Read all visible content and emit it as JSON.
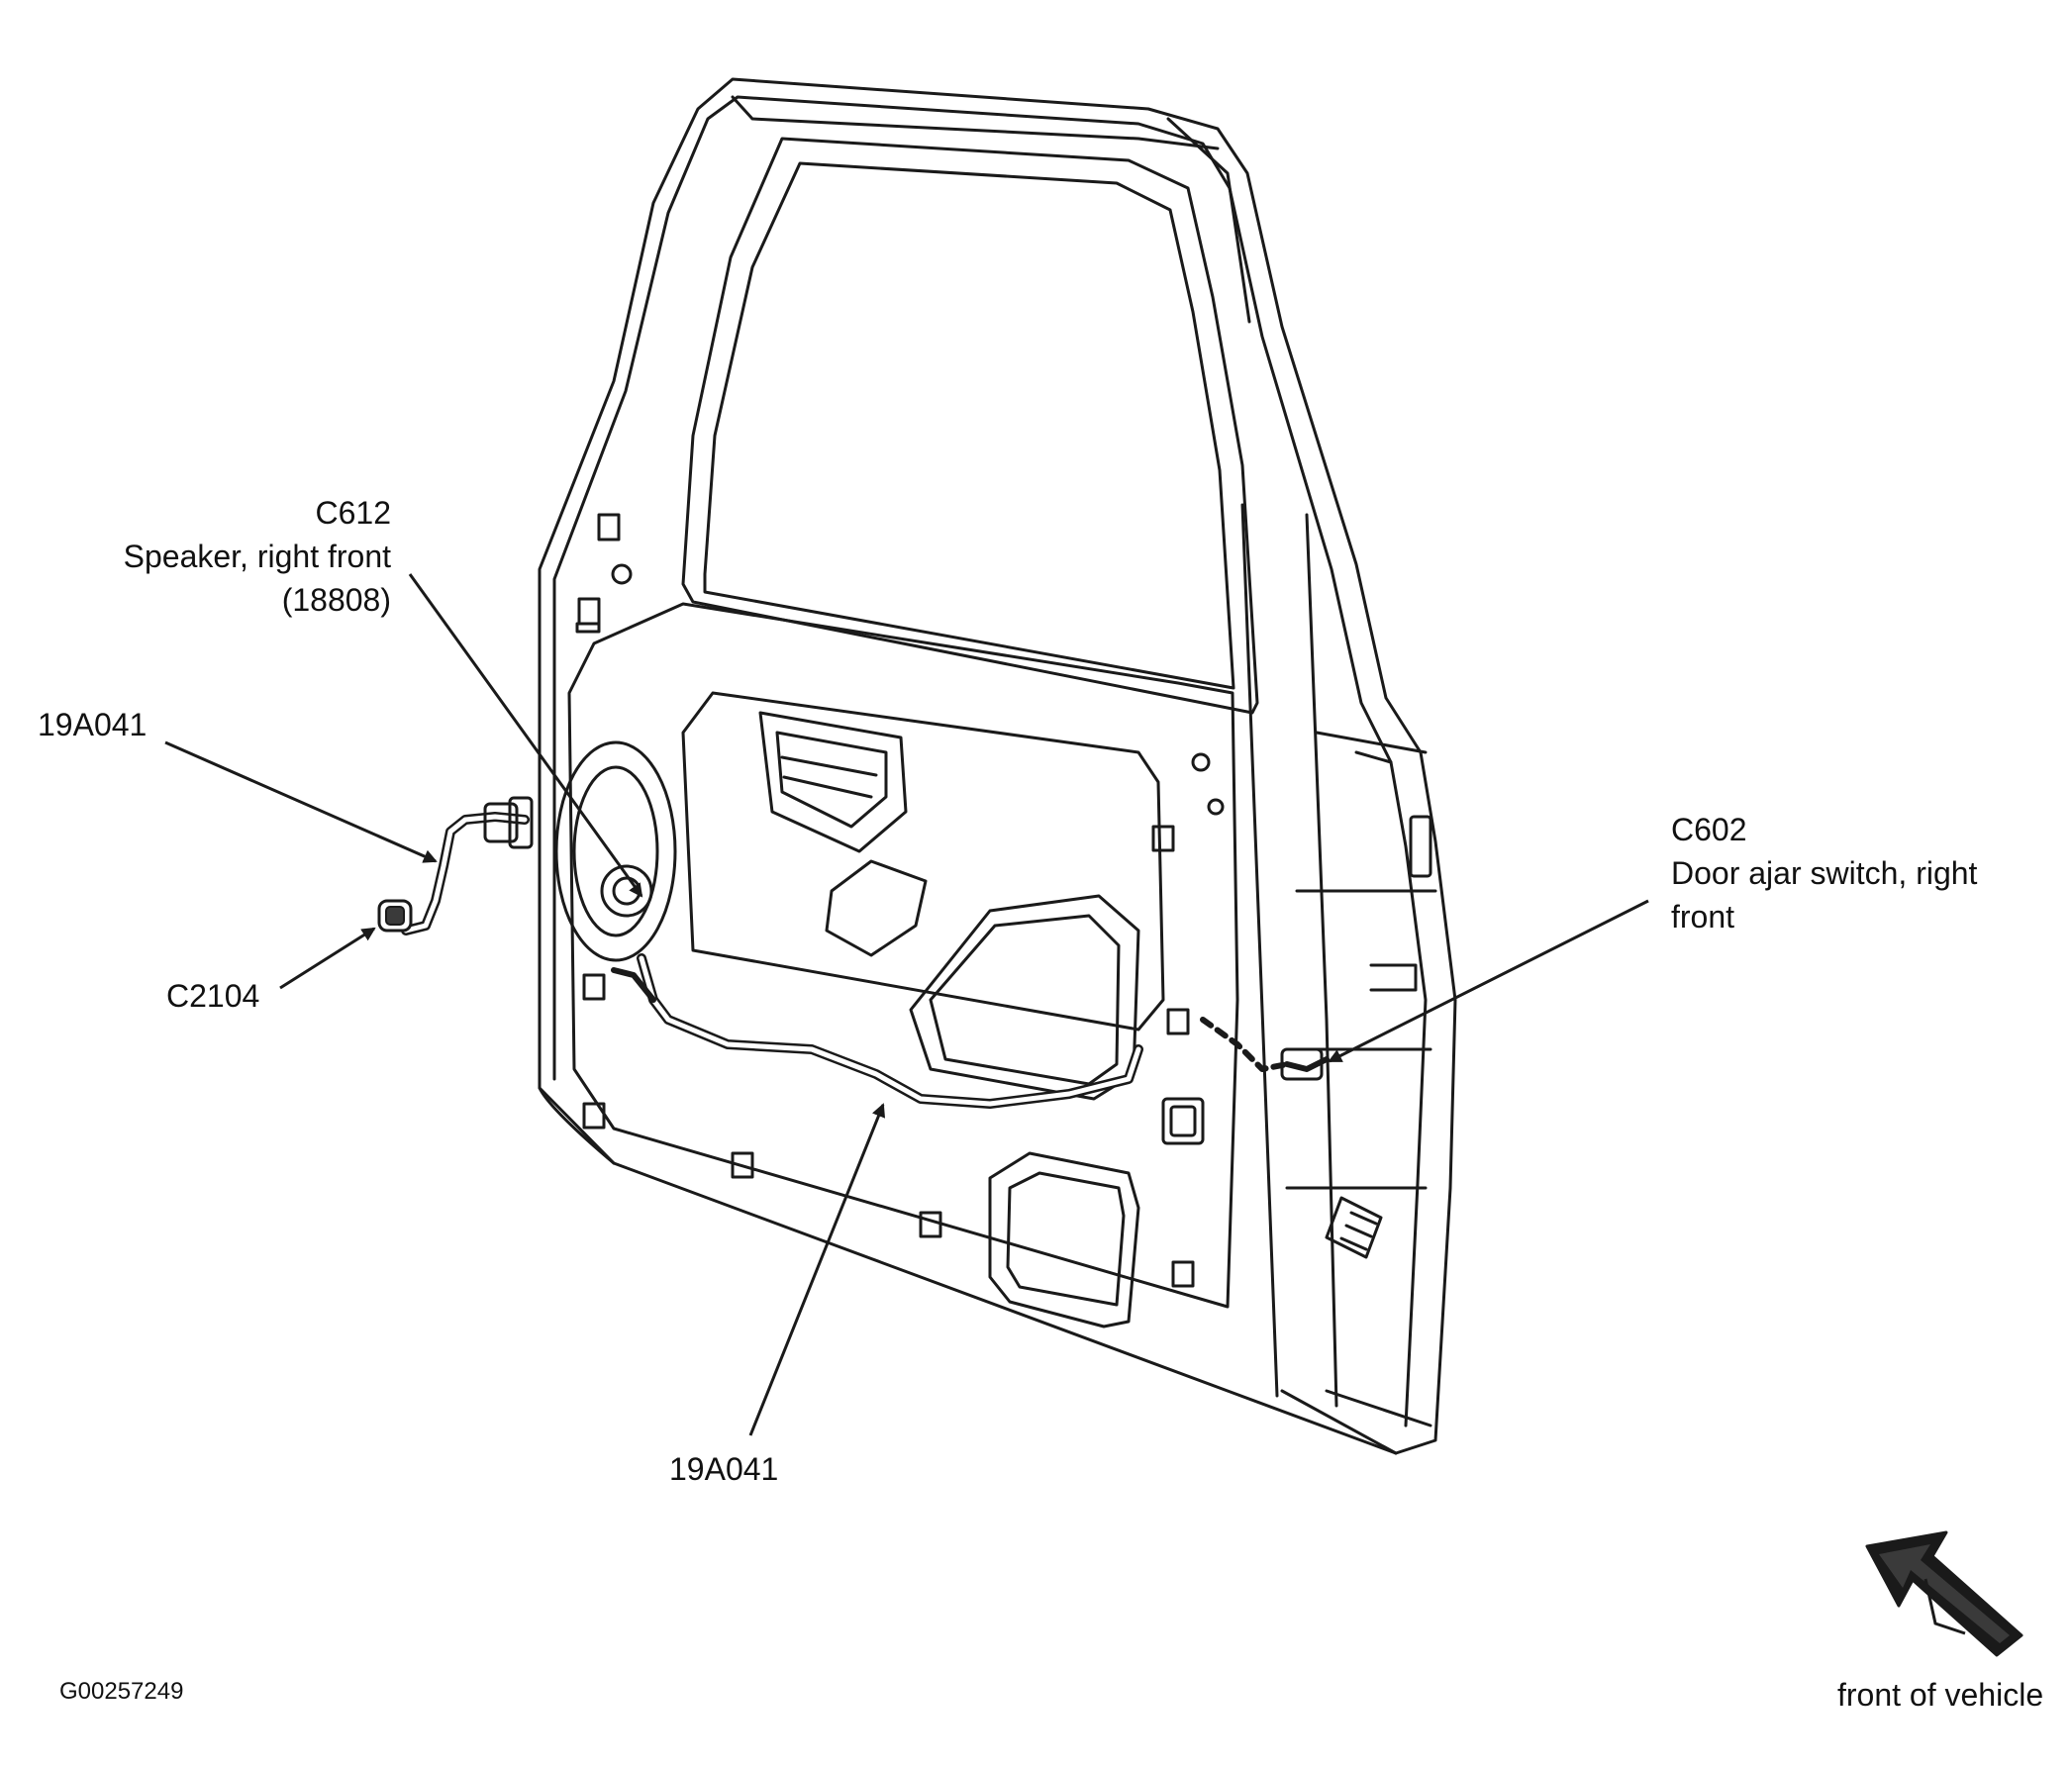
{
  "diagram": {
    "callouts": {
      "c612": {
        "code": "C612",
        "description": "Speaker, right front",
        "part_number": "(18808)"
      },
      "harness_upper": {
        "code": "19A041"
      },
      "c2104": {
        "code": "C2104"
      },
      "c602": {
        "code": "C602",
        "description_line1": "Door ajar switch, right",
        "description_line2": "front"
      },
      "harness_lower": {
        "code": "19A041"
      }
    },
    "orientation_label": "front of vehicle",
    "figure_id": "G00257249"
  },
  "colors": {
    "line": "#1a1a1a",
    "background": "#ffffff"
  },
  "icons": {
    "orientation_arrow": "front-of-vehicle-arrow-icon"
  }
}
